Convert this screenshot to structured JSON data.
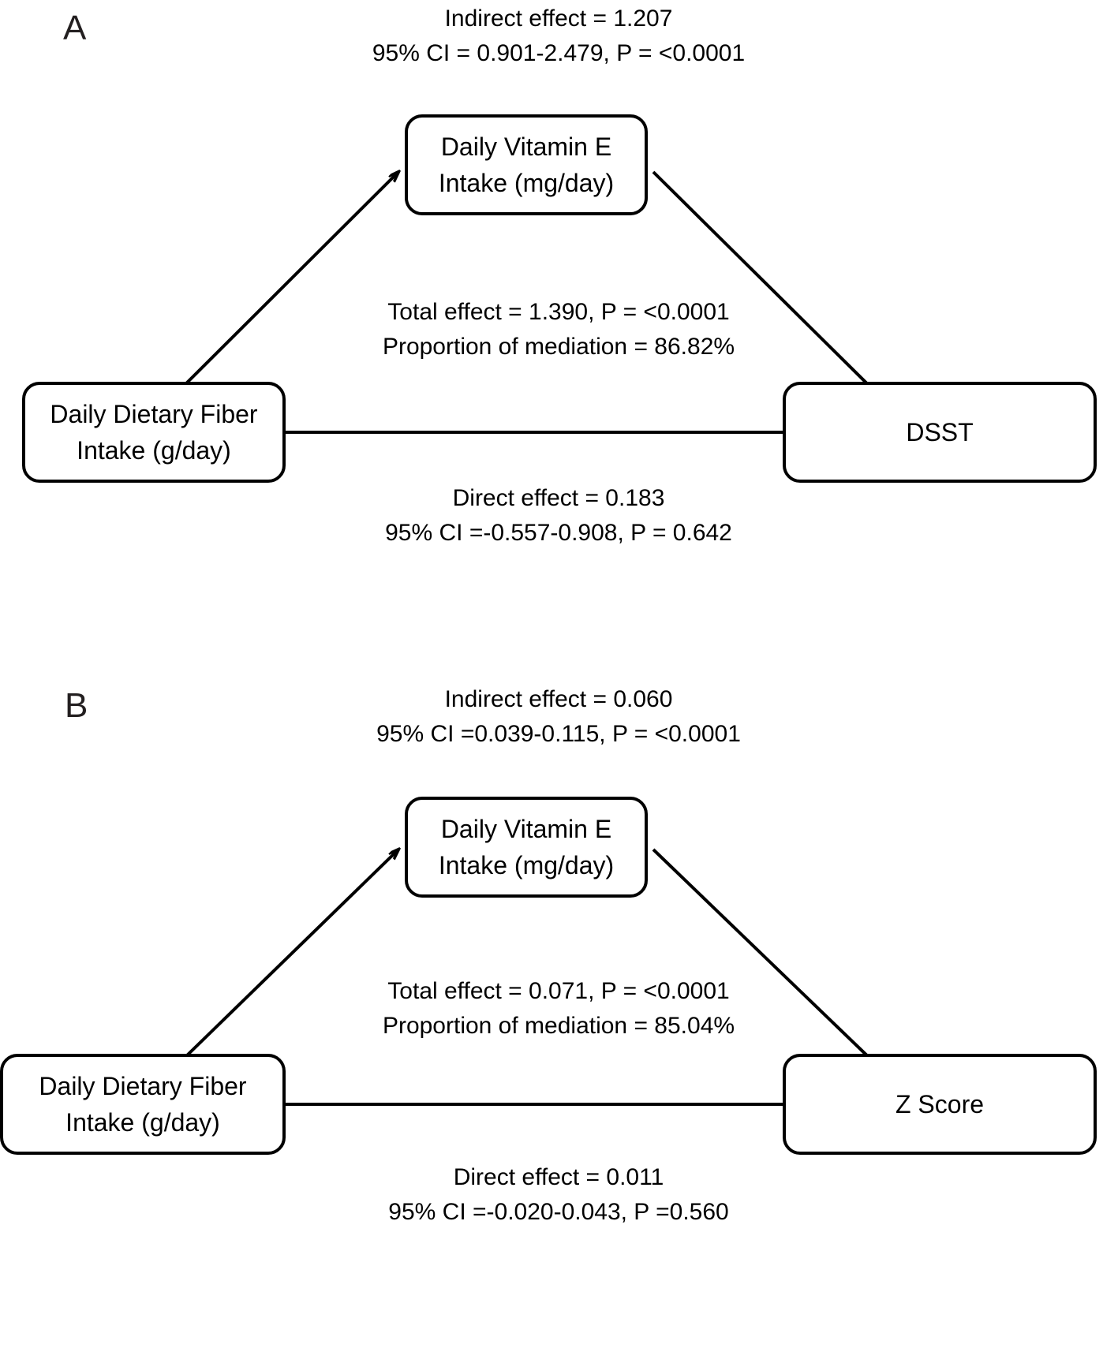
{
  "figure": {
    "type": "mediation-diagram",
    "panels": [
      {
        "letter": "A",
        "nodes": {
          "exposure": {
            "line1": "Daily Dietary Fiber",
            "line2": "Intake (g/day)"
          },
          "mediator": {
            "line1": "Daily Vitamin E",
            "line2": "Intake (mg/day)"
          },
          "outcome": {
            "line1": "DSST",
            "line2": ""
          }
        },
        "labels": {
          "indirect_line1": "Indirect effect = 1.207",
          "indirect_line2": "95% CI = 0.901-2.479, P = <0.0001",
          "total_line1": "Total effect = 1.390, P = <0.0001",
          "total_line2": "Proportion of mediation = 86.82%",
          "direct_line1": "Direct effect = 0.183",
          "direct_line2": "95% CI =-0.557-0.908, P = 0.642"
        }
      },
      {
        "letter": "B",
        "nodes": {
          "exposure": {
            "line1": "Daily Dietary Fiber",
            "line2": "Intake (g/day)"
          },
          "mediator": {
            "line1": "Daily Vitamin E",
            "line2": "Intake (mg/day)"
          },
          "outcome": {
            "line1": "Z Score",
            "line2": ""
          }
        },
        "labels": {
          "indirect_line1": "Indirect effect = 0.060",
          "indirect_line2": "95% CI =0.039-0.115, P = <0.0001",
          "total_line1": "Total effect = 0.071, P = <0.0001",
          "total_line2": "Proportion of mediation = 85.04%",
          "direct_line1": "Direct effect = 0.011",
          "direct_line2": "95% CI =-0.020-0.043, P =0.560"
        }
      }
    ],
    "colors": {
      "stroke": "#000000",
      "text": "#000000",
      "background": "#ffffff"
    }
  }
}
